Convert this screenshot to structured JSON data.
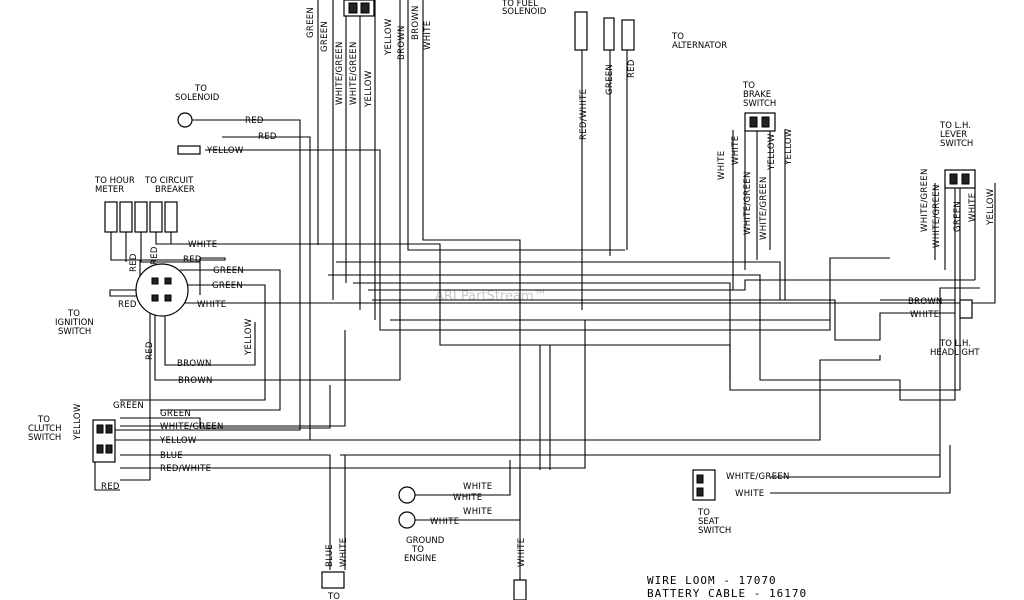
{
  "watermark": "ARI PartStream™",
  "notes": {
    "wire_loom": "WIRE LOOM - 17070",
    "battery_cable": "BATTERY CABLE - 16170"
  },
  "components": {
    "to_fuel_solenoid": [
      "TO FUEL",
      "SOLENOID"
    ],
    "to_alternator": [
      "TO",
      "ALTERNATOR"
    ],
    "to_solenoid": [
      "TO",
      "SOLENOID"
    ],
    "to_hour_meter": [
      "TO HOUR",
      "METER"
    ],
    "to_circuit_breaker": [
      "TO CIRCUIT",
      "BREAKER"
    ],
    "to_ignition_switch": [
      "TO",
      "IGNITION",
      "SWITCH"
    ],
    "to_clutch_switch": [
      "TO",
      "CLUTCH",
      "SWITCH"
    ],
    "to_brake_switch": [
      "TO",
      "BRAKE",
      "SWITCH"
    ],
    "to_lh_lever_switch": [
      "TO L.H.",
      "LEVER",
      "SWITCH"
    ],
    "to_lh_headlight": [
      "TO L.H.",
      "HEADLIGHT"
    ],
    "to_seat_switch": [
      "TO",
      "SEAT",
      "SWITCH"
    ],
    "ground_to_engine": [
      "GROUND",
      "TO",
      "ENGINE"
    ],
    "to_bottom": [
      "TO"
    ]
  },
  "wire_labels": {
    "green": "GREEN",
    "white": "WHITE",
    "white_green": "WHITE/GREEN",
    "yellow": "YELLOW",
    "brown": "BROWN",
    "red": "RED",
    "red_white": "RED/WHITE",
    "blue": "BLUE"
  }
}
